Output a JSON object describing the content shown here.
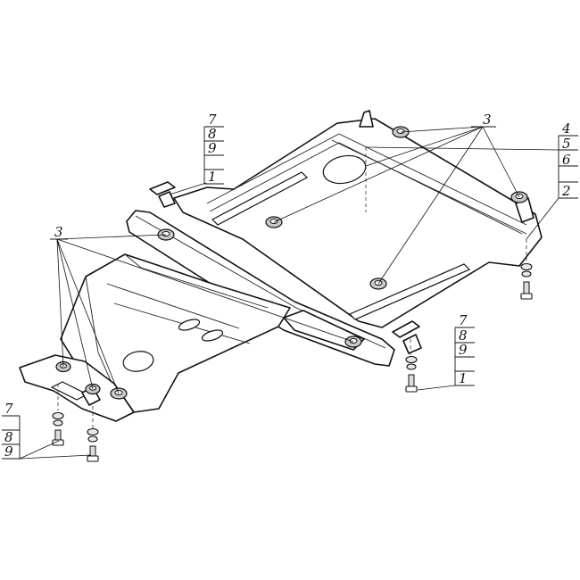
{
  "callouts": {
    "stack_top_left": [
      "7",
      "8",
      "9",
      "1"
    ],
    "stack_top_right": [
      "4",
      "5",
      "6",
      "2"
    ],
    "stack_mid_right": [
      "7",
      "8",
      "9",
      "1"
    ],
    "stack_bottom_left": [
      "7",
      "8",
      "9"
    ],
    "nut_label_top": "3",
    "nut_label_left": "3"
  }
}
